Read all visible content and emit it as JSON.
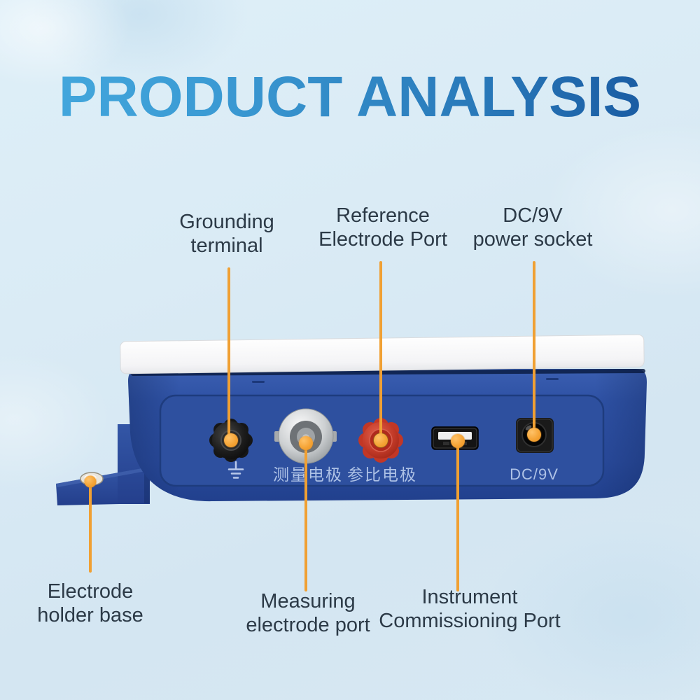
{
  "title": "PRODUCT ANALYSIS",
  "callouts": {
    "grounding_terminal": "Grounding\nterminal",
    "reference_electrode_port": "Reference\nElectrode Port",
    "dc_power_socket": "DC/9V\npower socket",
    "electrode_holder_base": "Electrode\nholder base",
    "measuring_electrode_port": "Measuring\nelectrode port",
    "instrument_commissioning_port": "Instrument\nCommissioning Port"
  },
  "device_panel": {
    "ground_symbol_icon": "earth-ground",
    "measuring_port_label_cn": "测量电极",
    "reference_port_label_cn": "参比电极",
    "dc_port_label": "DC/9V"
  },
  "colors": {
    "background": "#D9EAF5",
    "title_gradient_start": "#45AADF",
    "title_gradient_end": "#15529B",
    "callout_text": "#2C3A47",
    "leader_line_orange": "#F0A033",
    "device_body_blue": "#2C4C9E",
    "device_lid_white": "#FAFAFB",
    "panel_label_blue": "#AEC2E6",
    "reference_knob_red": "#C0392B",
    "grounding_knob_black": "#1A1A1A",
    "bnc_metal_silver": "#B9BCBE"
  }
}
